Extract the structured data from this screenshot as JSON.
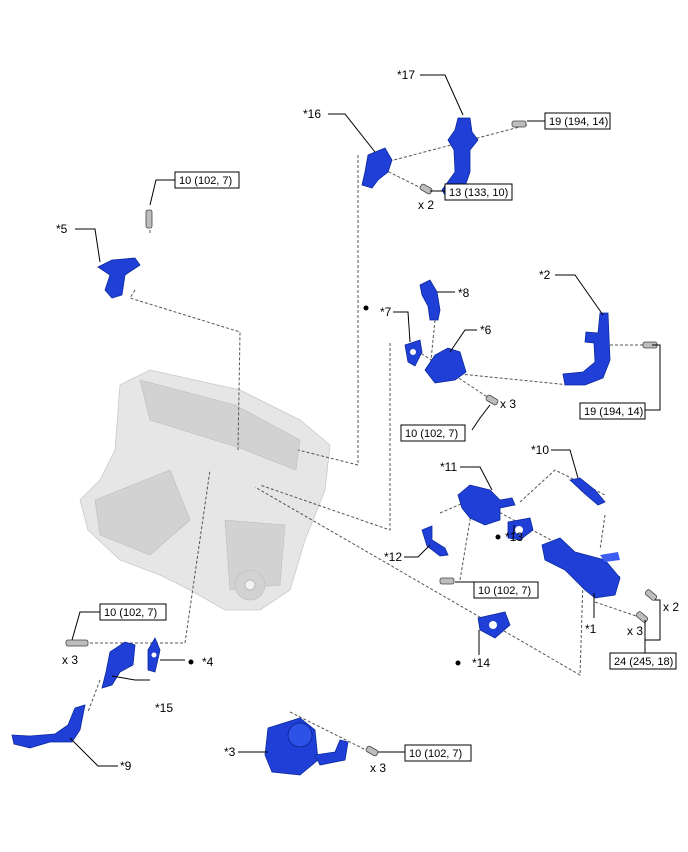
{
  "diagram": {
    "title": "Engine coolant / EGR components exploded view",
    "part_color": "#1f3fd6",
    "callouts": [
      {
        "id": "p17",
        "label": "*17"
      },
      {
        "id": "p16",
        "label": "*16"
      },
      {
        "id": "p5",
        "label": "*5"
      },
      {
        "id": "p8",
        "label": "*8"
      },
      {
        "id": "p7",
        "label": "*7",
        "gasket_marker": true
      },
      {
        "id": "p6",
        "label": "*6"
      },
      {
        "id": "p2",
        "label": "*2"
      },
      {
        "id": "p10",
        "label": "*10"
      },
      {
        "id": "p11",
        "label": "*11"
      },
      {
        "id": "p12",
        "label": "*12"
      },
      {
        "id": "p13",
        "label": "*13",
        "gasket_marker": true
      },
      {
        "id": "p1",
        "label": "*1"
      },
      {
        "id": "p14",
        "label": "*14",
        "gasket_marker": true
      },
      {
        "id": "p4",
        "label": "*4",
        "gasket_marker": true
      },
      {
        "id": "p15",
        "label": "*15"
      },
      {
        "id": "p9",
        "label": "*9"
      },
      {
        "id": "p3",
        "label": "*3"
      }
    ],
    "torque_specs": [
      {
        "id": "t1",
        "value": "19 (194, 14)"
      },
      {
        "id": "t2",
        "value": "13 (133, 10)",
        "qty": "x 2"
      },
      {
        "id": "t3",
        "value": "10 (102, 7)"
      },
      {
        "id": "t4",
        "value": "10 (102, 7)",
        "qty": "x 3"
      },
      {
        "id": "t5",
        "value": "19 (194, 14)"
      },
      {
        "id": "t6",
        "value": "10 (102, 7)"
      },
      {
        "id": "t7",
        "value": "24 (245, 18)",
        "qty_a": "x 2",
        "qty_b": "x 3"
      },
      {
        "id": "t8",
        "value": "10 (102, 7)",
        "qty": "x 3"
      },
      {
        "id": "t9",
        "value": "10 (102, 7)",
        "qty": "x 3"
      }
    ],
    "gasket_marker": "●"
  }
}
